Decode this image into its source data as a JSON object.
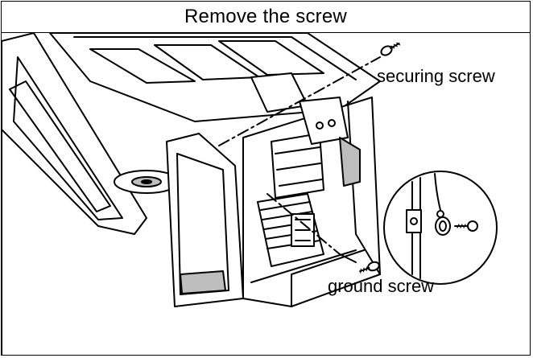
{
  "title": "Remove the screw",
  "labels": {
    "securing_screw": "securing screw",
    "ground_screw": "ground screw"
  },
  "colors": {
    "line": "#000000",
    "background": "#ffffff",
    "shade": "#bdbdbd"
  }
}
